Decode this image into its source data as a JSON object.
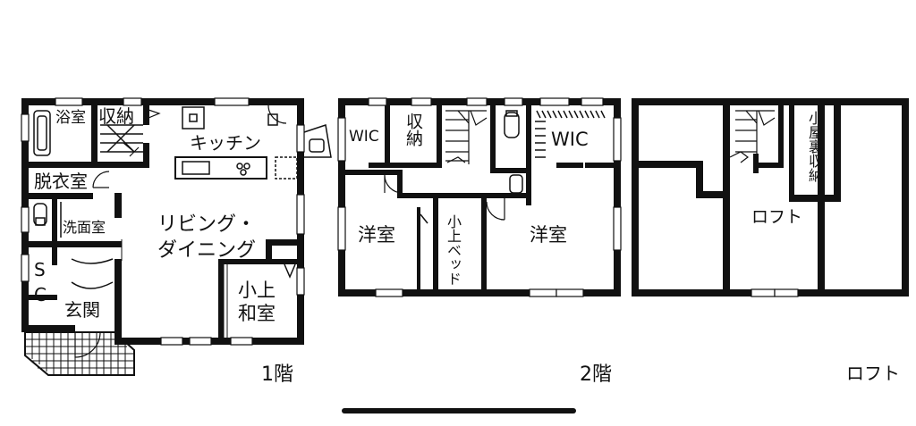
{
  "floor1": {
    "caption": "1階",
    "rooms": {
      "bath": "浴室",
      "storage": "収納",
      "kitchen": "キッチン",
      "dressing": "脱衣室",
      "washroom": "洗面室",
      "living": "リビング・\nダイニング",
      "sc_s": "S",
      "sc_c": "C",
      "entrance": "玄関",
      "washitsu": "小上\n和室"
    }
  },
  "floor2": {
    "caption": "2階",
    "rooms": {
      "wic_left": "WIC",
      "storage": "収納",
      "wic_right": "WIC",
      "western_left": "洋室",
      "kobed": "小上ベッド",
      "western_right": "洋室"
    }
  },
  "loft": {
    "caption": "ロフト",
    "rooms": {
      "attic_storage": "小屋裏収納",
      "loft": "ロフト"
    }
  }
}
